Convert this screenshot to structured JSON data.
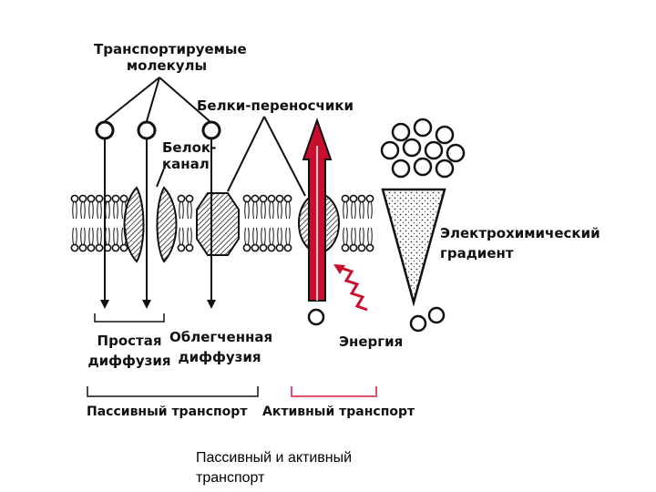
{
  "labels": {
    "transported_molecules": [
      "Транспортируемые",
      "молекулы"
    ],
    "carrier_proteins": "Белки-переносчики",
    "channel_protein": [
      "Белок-",
      "канал"
    ],
    "electrochemical_gradient": [
      "Электрохимический",
      "градиент"
    ],
    "simple_diffusion": [
      "Простая",
      "диффузия"
    ],
    "facilitated_diffusion": [
      "Облегченная",
      "диффузия"
    ],
    "energy": "Энергия",
    "passive_transport": "Пассивный транспорт",
    "active_transport": "Активный транспорт"
  },
  "caption": [
    "Пассивный и активный",
    "транспорт"
  ],
  "colors": {
    "ink": "#111111",
    "active_arrow": "#c8102e",
    "active_bracket": "#e0506a",
    "background": "#ffffff"
  }
}
